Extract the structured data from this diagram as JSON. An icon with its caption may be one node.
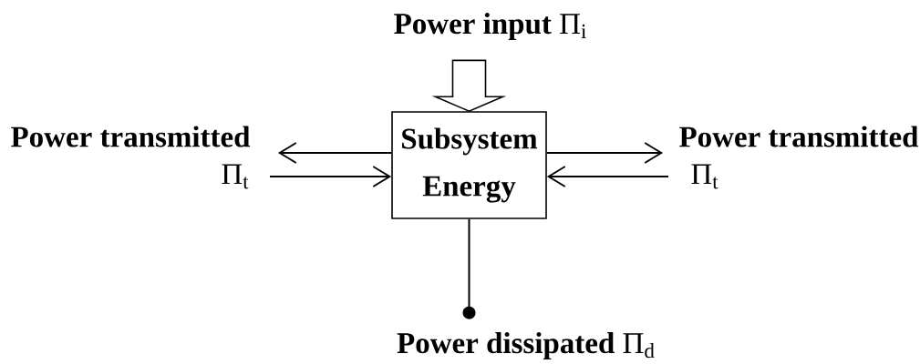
{
  "diagram": {
    "nodes": [
      {
        "text": [
          "Subsystem Energy"
        ]
      },
      {
        "text": [
          "**Power input** Π$_{i}$"
        ]
      },
      {
        "text": [
          "Power transmitted"
        ]
      },
      {
        "text": [
          "Π$_{t}$"
        ]
      },
      {
        "text": [
          "Power transmitted"
        ]
      },
      {
        "text": [
          "Π$_{t}$"
        ]
      },
      {
        "text": [
          "**Power dissipated** Π$_{d}$"
        ]
      }
    ],
    "edges": [
      {
        "from": 1,
        "to": 0,
        "arrow": "to",
        "style": "thick"
      },
      {
        "from": 0,
        "to": 2,
        "arrow": "to"
      },
      {
        "from": 3,
        "to": 0,
        "arrow": "to"
      },
      {
        "from": 0,
        "to": 4,
        "arrow": "to"
      },
      {
        "from": 5,
        "to": 0,
        "arrow": "to"
      },
      {
        "from": 0,
        "to": 6,
        "arrow": "other"
      }
    ]
  }
}
